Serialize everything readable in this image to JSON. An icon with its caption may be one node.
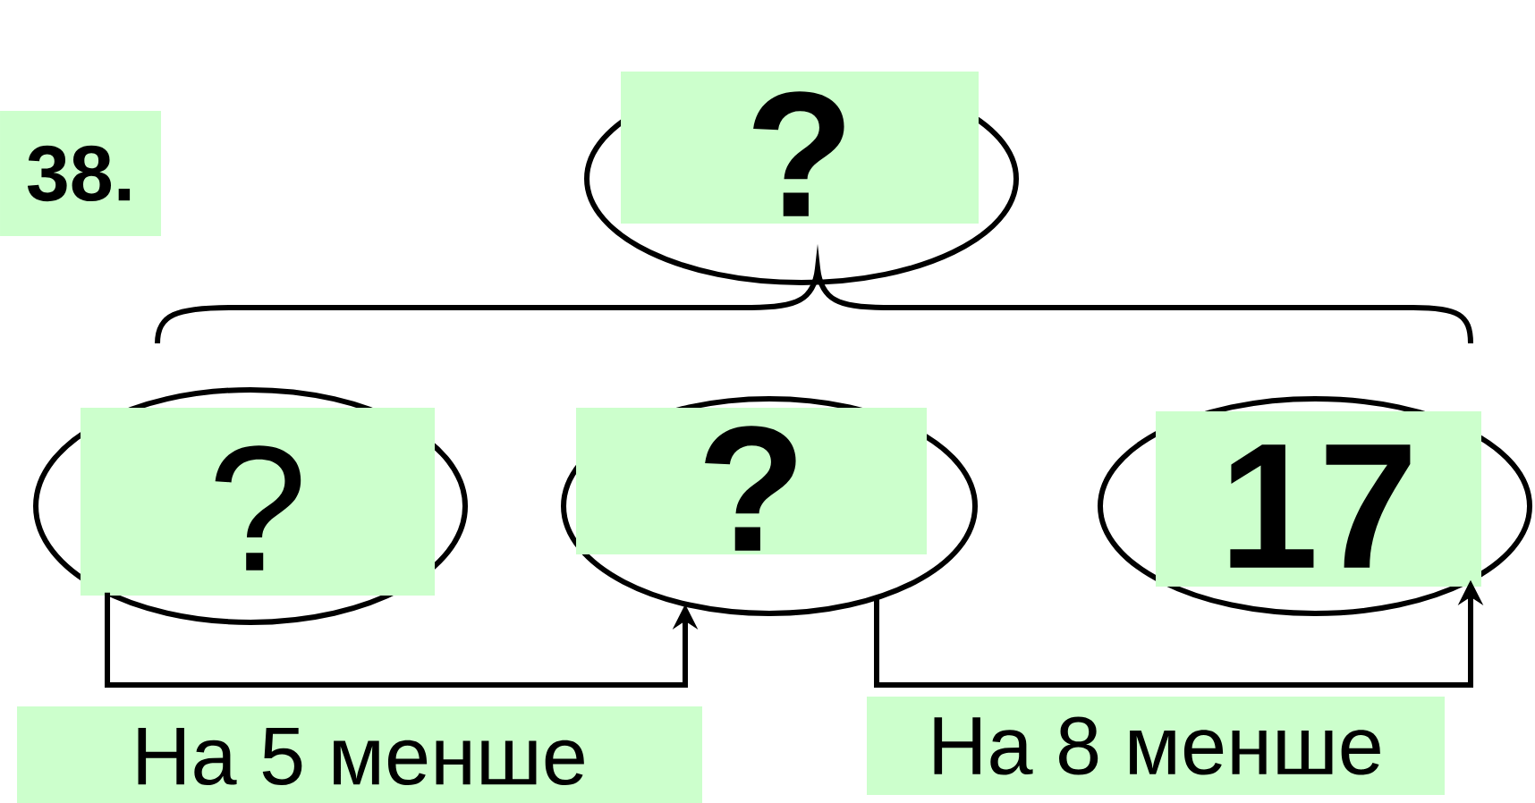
{
  "diagram": {
    "nodes": [
      {
        "text": [
          "?"
        ]
      },
      {
        "text": [
          "?"
        ]
      },
      {
        "text": [
          "?"
        ]
      },
      {
        "text": [
          "17"
        ]
      }
    ],
    "edges": [
      {
        "from": 1,
        "to": 2,
        "arrow": "to",
        "label": "На 5 менше"
      },
      {
        "from": 2,
        "to": 3,
        "arrow": "to",
        "label": "На 8 менше"
      }
    ],
    "labels": [
      "38."
    ]
  }
}
